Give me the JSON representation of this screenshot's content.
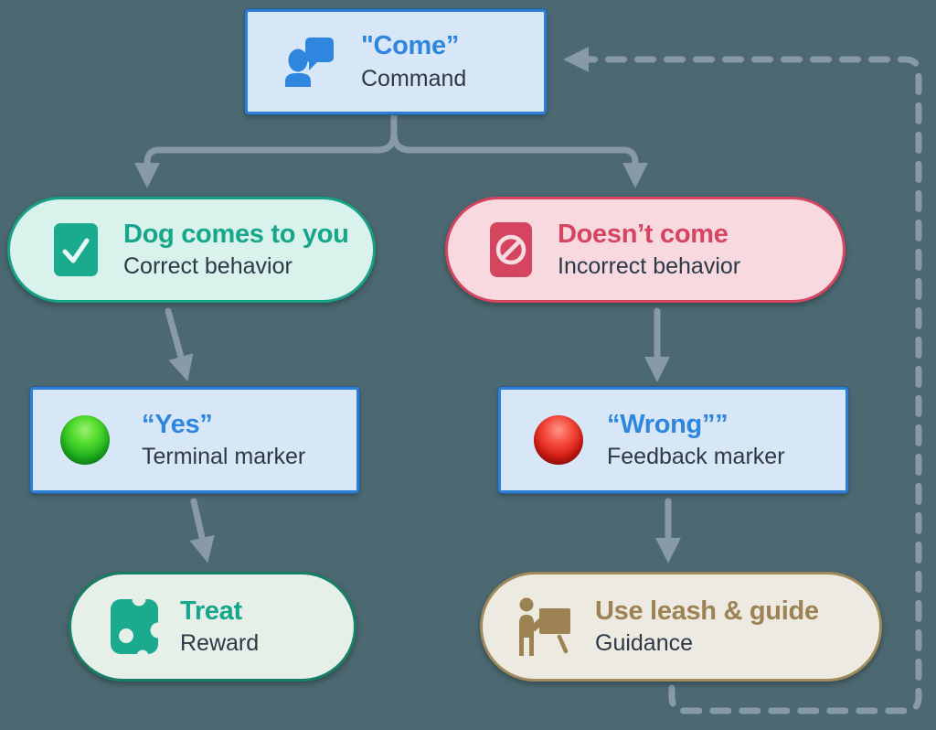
{
  "background_color": "#4c6972",
  "connector_color": "#8899a8",
  "accent_colors": {
    "blue": "#2e86de",
    "teal": "#16a68b",
    "red": "#d6455f",
    "tan": "#9d8254",
    "green_marker": "#21b41f",
    "red_marker": "#d01b14"
  },
  "nodes": {
    "command": {
      "title": "\"Come”",
      "subtitle": "Command",
      "icon": "person-speech-icon"
    },
    "correct": {
      "title": "Dog comes to you",
      "subtitle": "Correct behavior",
      "icon": "checkmark-icon"
    },
    "incorrect": {
      "title": "Doesn’t come",
      "subtitle": "Incorrect behavior",
      "icon": "no-entry-icon"
    },
    "yes_marker": {
      "title": "“Yes”",
      "subtitle": "Terminal marker",
      "icon": "green-circle-icon"
    },
    "wrong_marker": {
      "title": "“Wrong””",
      "subtitle": "Feedback marker",
      "icon": "red-circle-icon"
    },
    "treat": {
      "title": "Treat",
      "subtitle": "Reward",
      "icon": "cheese-icon"
    },
    "guidance": {
      "title": "Use leash & guide",
      "subtitle": "Guidance",
      "icon": "presenter-icon"
    }
  }
}
